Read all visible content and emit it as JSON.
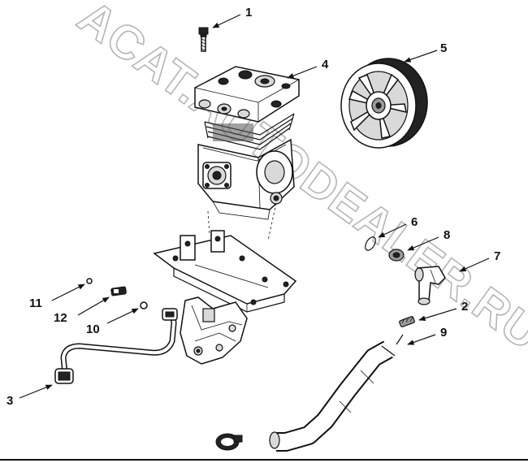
{
  "diagram": {
    "watermark": "ACAT.AUTODEALER.RU",
    "callouts": [
      {
        "id": "1",
        "label": "1"
      },
      {
        "id": "2",
        "label": "2"
      },
      {
        "id": "3",
        "label": "3"
      },
      {
        "id": "4",
        "label": "4"
      },
      {
        "id": "5",
        "label": "5"
      },
      {
        "id": "6",
        "label": "6"
      },
      {
        "id": "7",
        "label": "7"
      },
      {
        "id": "8",
        "label": "8"
      },
      {
        "id": "9",
        "label": "9"
      },
      {
        "id": "10",
        "label": "10"
      },
      {
        "id": "11",
        "label": "11"
      },
      {
        "id": "12",
        "label": "12"
      }
    ]
  }
}
